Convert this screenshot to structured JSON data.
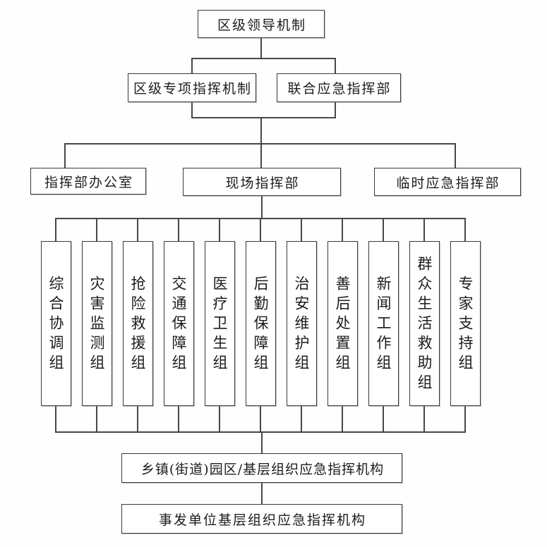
{
  "org_chart": {
    "title_node": "区级领导机制",
    "level2": {
      "special_command": "区级专项指挥机制",
      "joint_command": "联合应急指挥部"
    },
    "level3": {
      "office": "指挥部办公室",
      "onsite_command": "现场指挥部",
      "temporary_command": "临时应急指挥部"
    },
    "work_groups": [
      "综合协调组",
      "灾害监测组",
      "抢险救援组",
      "交通保障组",
      "医疗卫生组",
      "后勤保障组",
      "治安维护组",
      "善后处置组",
      "新闻工作组",
      "群众生活救助组",
      "专家支持组"
    ],
    "level5": "乡镇(街道)园区/基层组织应急指挥机构",
    "level6": "事发单位基层组织应急指挥机构",
    "colors": {
      "background": "#ffffff",
      "line": "#474747",
      "box_border": "#3a3a3a"
    }
  }
}
